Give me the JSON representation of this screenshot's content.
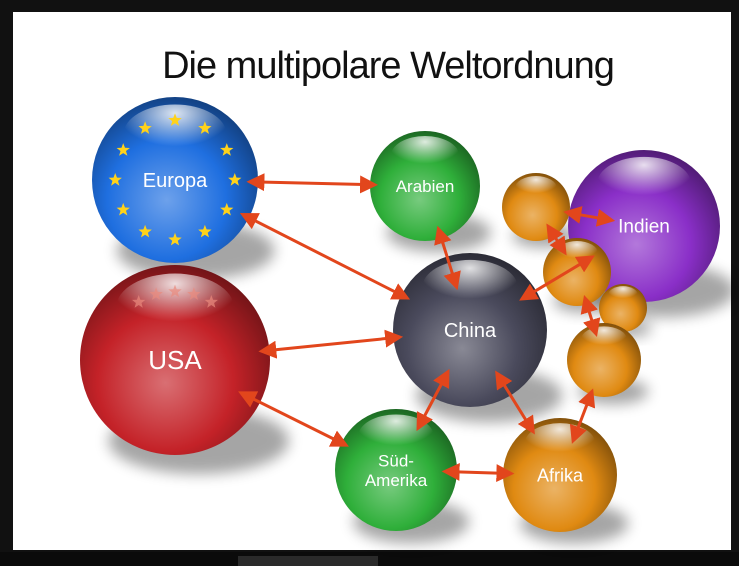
{
  "title": "Die multipolare Weltordnung",
  "nodes": [
    {
      "id": "europa",
      "label": "Europa",
      "color": "#1f6fe0",
      "stars": true
    },
    {
      "id": "usa",
      "label": "USA",
      "color": "#c42228",
      "stars": true
    },
    {
      "id": "arabien",
      "label": "Arabien",
      "color": "#2faf3a"
    },
    {
      "id": "china",
      "label": "China",
      "color": "#4a4a5c"
    },
    {
      "id": "indien",
      "label": "Indien",
      "color": "#8a2fc8"
    },
    {
      "id": "suedamerika",
      "label_lines": [
        "Süd-",
        "Amerika"
      ],
      "color": "#2faf3a"
    },
    {
      "id": "afrika",
      "label": "Afrika",
      "color": "#e08a12"
    },
    {
      "id": "orange-1",
      "label": "",
      "color": "#e08a12"
    },
    {
      "id": "orange-2",
      "label": "",
      "color": "#e08a12"
    },
    {
      "id": "orange-3",
      "label": "",
      "color": "#e08a12"
    },
    {
      "id": "orange-4",
      "label": "",
      "color": "#e08a12"
    }
  ],
  "edges": [
    [
      "europa",
      "arabien"
    ],
    [
      "europa",
      "china"
    ],
    [
      "arabien",
      "china"
    ],
    [
      "usa",
      "china"
    ],
    [
      "usa",
      "suedamerika"
    ],
    [
      "china",
      "suedamerika"
    ],
    [
      "china",
      "afrika"
    ],
    [
      "suedamerika",
      "afrika"
    ],
    [
      "china",
      "indien"
    ],
    [
      "orange-1",
      "indien"
    ],
    [
      "orange-1",
      "orange-2"
    ],
    [
      "orange-2",
      "orange-4"
    ],
    [
      "afrika",
      "orange-4"
    ]
  ],
  "colors": {
    "arrow": "#e2461c",
    "shadow": "#000000"
  }
}
